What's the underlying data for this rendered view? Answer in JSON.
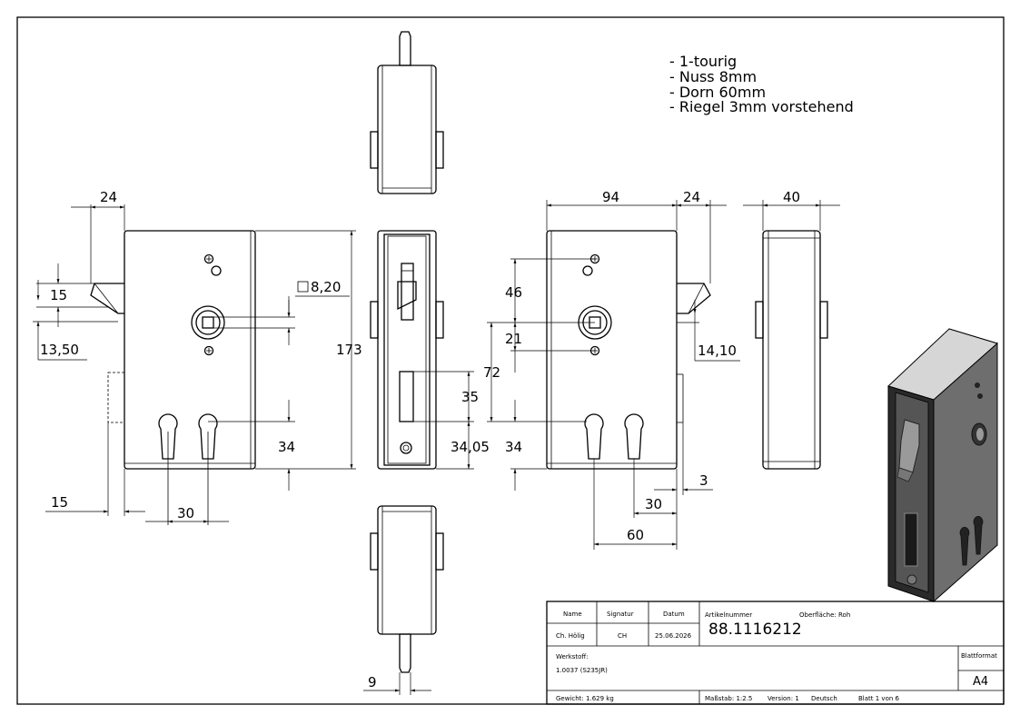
{
  "notes": [
    "- 1-tourig",
    "- Nuss 8mm",
    "- Dorn 60mm",
    "- Riegel 3mm vorstehend"
  ],
  "dimensions": {
    "left_width_24": "24",
    "left_15": "15",
    "left_13_50": "13,50",
    "left_square": "8,20",
    "left_height": "173",
    "left_34": "34",
    "left_bottom_15": "15",
    "left_bottom_30": "30",
    "mid_35": "35",
    "mid_34_05": "34,05",
    "mid_9": "9",
    "right_94": "94",
    "right_24": "24",
    "right_40": "40",
    "right_46": "46",
    "right_21": "21",
    "right_72": "72",
    "right_34": "34",
    "right_14_10": "14,10",
    "right_3": "3",
    "right_30": "30",
    "right_60": "60"
  },
  "title_block": {
    "h_name": "Name",
    "h_signatur": "Signatur",
    "h_datum": "Datum",
    "name": "Ch. Hölig",
    "signatur": "CH",
    "datum": "25.06.2026",
    "artikel_label": "Artikelnummer",
    "artikel": "88.1116212",
    "oberflaeche": "Oberfläche: Roh",
    "werkstoff_label": "Werkstoff:",
    "werkstoff": "1.0037 (S235JR)",
    "blattformat_label": "Blattformat",
    "blattformat": "A4",
    "gewicht": "Gewicht: 1.629 kg",
    "massstab": "Maßstab: 1:2.5",
    "version": "Version: 1",
    "sprache": "Deutsch",
    "blatt": "Blatt 1 von 6"
  }
}
